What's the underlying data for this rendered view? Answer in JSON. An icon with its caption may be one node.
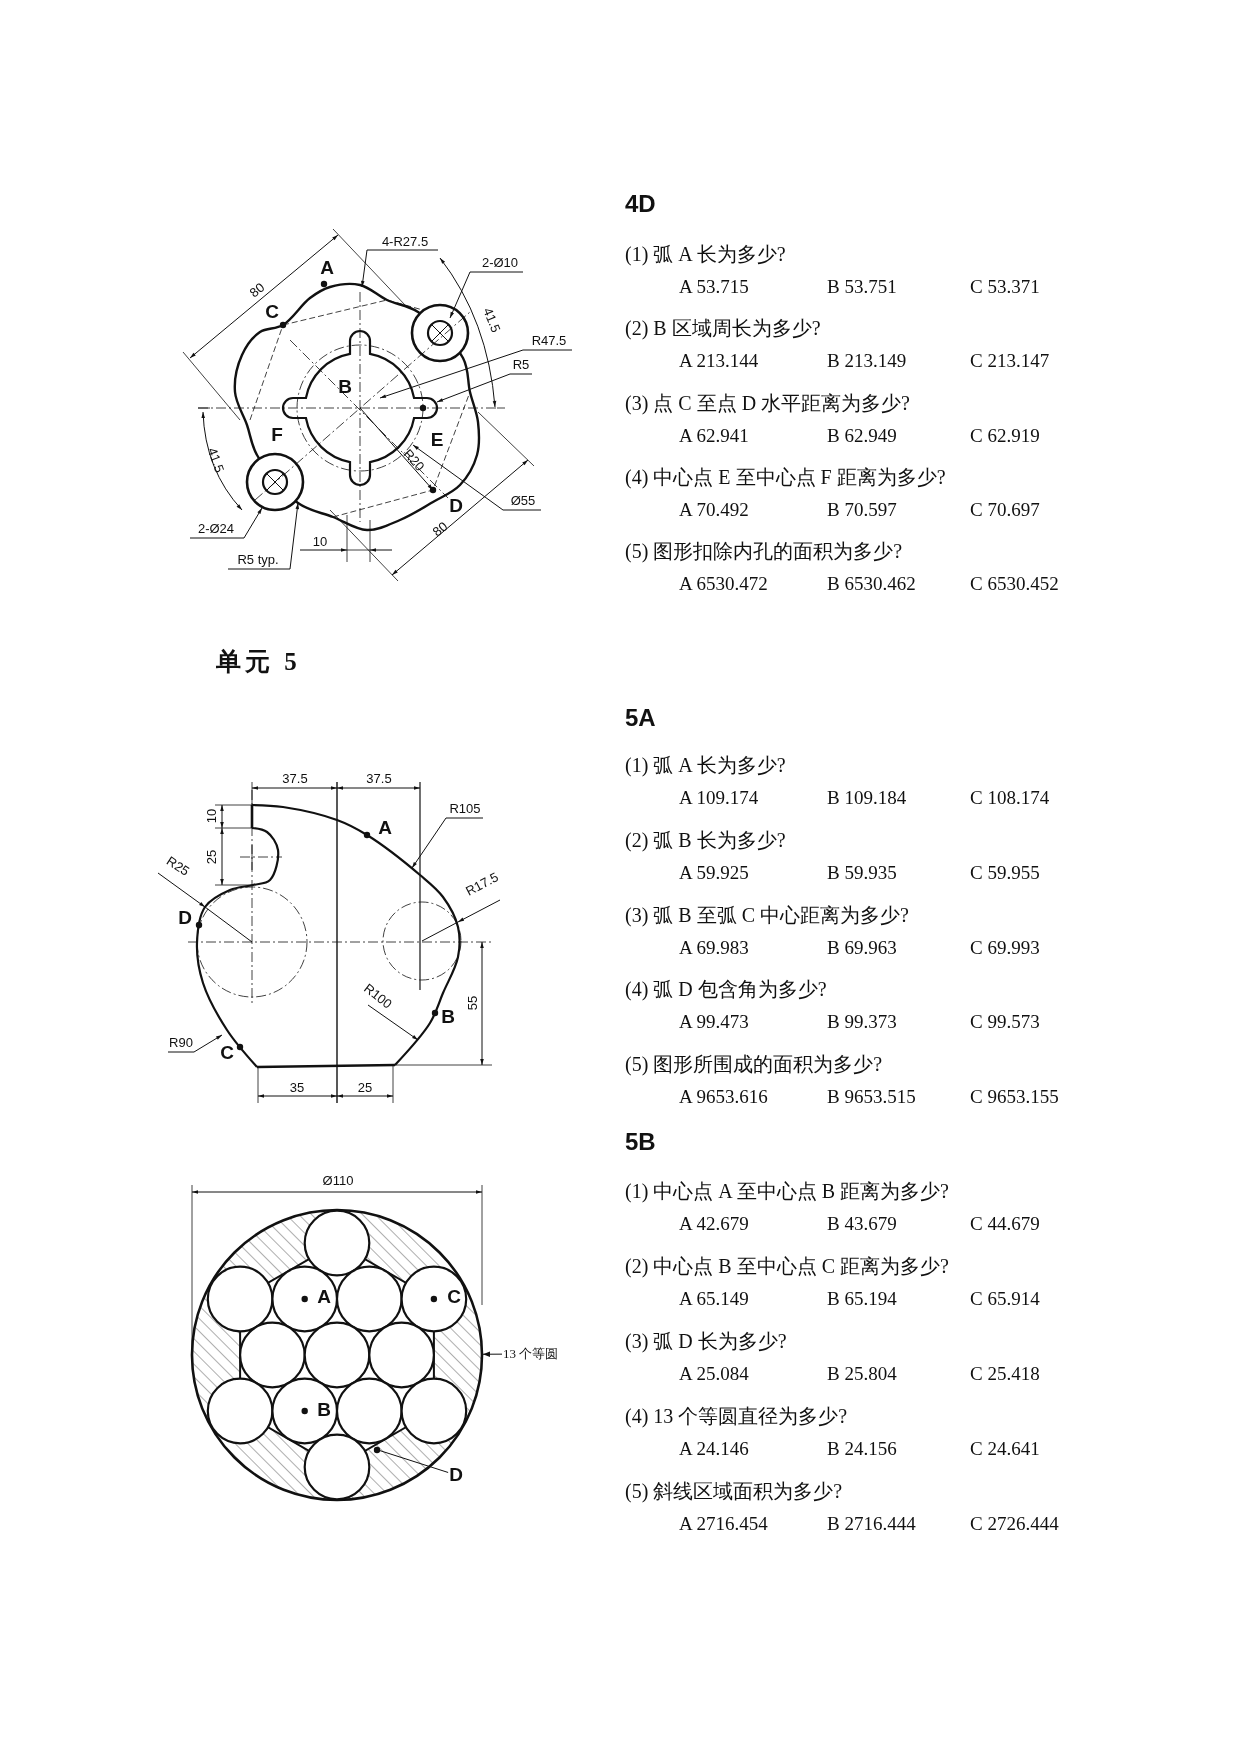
{
  "diagram": {
    "nodes": [
      {
        "text": [
          "13 个等圆"
        ]
      },
      {
        "text": [
          "D"
        ]
      },
      {
        "text": [],
        "shape": "circle"
      }
    ],
    "edges": [
      {
        "from": 0,
        "to": 2,
        "arrow": "to"
      },
      {
        "from": 1,
        "to": null,
        "arrow": "none"
      }
    ],
    "labels": [
      "4-R27.5",
      "2-Ø10",
      "A",
      "80",
      "C",
      "41.5",
      "R47.5",
      "R5",
      "B",
      "F",
      "E",
      "41.5",
      "R20",
      "D",
      "Ø55",
      "2-Ø24",
      "80",
      "R5 typ.",
      "10",
      "4D",
      "(1) 弧 A 长为多少?",
      "A 53.715",
      "B 53.751",
      "C 53.371",
      "(2) B 区域周长为多少?",
      "A 213.144",
      "B 213.149",
      "C 213.147",
      "(3) 点 C 至点 D 水平距离为多少?",
      "A 62.941",
      "B 62.949",
      "C 62.919",
      "(4) 中心点 E 至中心点 F 距离为多少?",
      "A 70.492",
      "B 70.597",
      "C 70.697",
      "(5) 图形扣除内孔的面积为多少?",
      "A 6530.472",
      "B 6530.462",
      "C 6530.452",
      "单元 5",
      "37.5",
      "37.5",
      "10",
      "R105",
      "A",
      "25",
      "R25",
      "D",
      "R17.5",
      "55",
      "R100",
      "B",
      "R90",
      "C",
      "35",
      "25",
      "5A",
      "(1) 弧 A 长为多少?",
      "A 109.174",
      "B 109.184",
      "C 108.174",
      "(2) 弧 B 长为多少?",
      "A 59.925",
      "B 59.935",
      "C 59.955",
      "(3) 弧 B 至弧 C 中心距离为多少?",
      "A 69.983",
      "B 69.963",
      "C 69.993",
      "(4) 弧 D 包含角为多少?",
      "A 99.473",
      "B 99.373",
      "C 99.573",
      "(5) 图形所围成的面积为多少?",
      "A 9653.616",
      "B 9653.515",
      "C 9653.155",
      "Ø110",
      "A",
      "C",
      "B",
      "5B",
      "(1) 中心点 A 至中心点 B 距离为多少?",
      "A 42.679",
      "B 43.679",
      "C 44.679",
      "(2) 中心点 B 至中心点 C 距离为多少?",
      "A 65.149",
      "B 65.194",
      "C 65.914",
      "(3) 弧 D 长为多少?",
      "A 25.084",
      "B 25.804",
      "C 25.418",
      "(4) 13 个等圆直径为多少?",
      "A 24.146",
      "B 24.156",
      "C 24.641",
      "(5) 斜线区域面积为多少?",
      "A 2716.454",
      "B 2716.444",
      "C 2726.444"
    ]
  }
}
